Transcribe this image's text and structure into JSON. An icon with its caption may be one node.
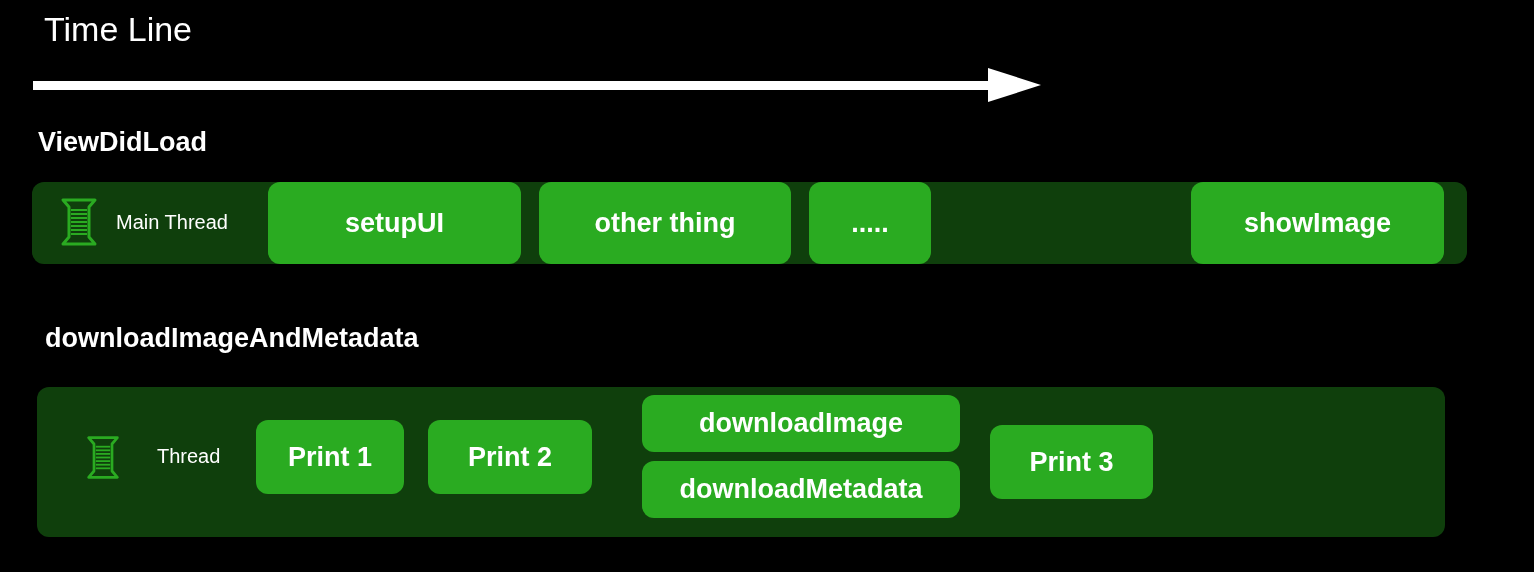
{
  "diagram": {
    "title": "Time Line",
    "nodes": [
      {
        "text": [
          "Main Thread"
        ]
      },
      {
        "text": [
          "setupUI"
        ],
        "in": 0
      },
      {
        "text": [
          "other thing"
        ],
        "in": 0
      },
      {
        "text": [
          "....."
        ],
        "in": 0
      },
      {
        "text": [
          "showImage"
        ],
        "in": 0
      },
      {
        "text": [
          "Thread"
        ]
      },
      {
        "text": [
          "Print 1"
        ],
        "in": 5
      },
      {
        "text": [
          "Print 2"
        ],
        "in": 5
      },
      {
        "text": [
          "downloadImage"
        ],
        "in": 5
      },
      {
        "text": [
          "downloadMetadata"
        ],
        "in": 5
      },
      {
        "text": [
          "Print 3"
        ],
        "in": 5
      }
    ],
    "labels": [
      "ViewDidLoad",
      "downloadImageAndMetadata"
    ]
  }
}
